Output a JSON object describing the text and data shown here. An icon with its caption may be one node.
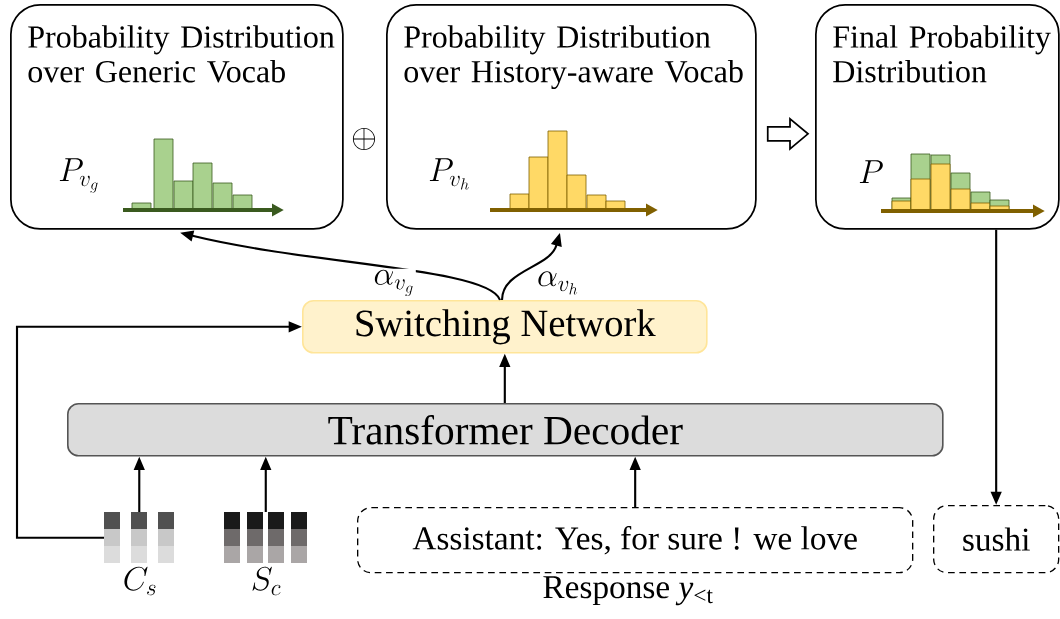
{
  "diagram": {
    "nodes": [
      {
        "text": [
          "Probability Distribution over Generic Vocab",
          "P_{v_g}"
        ]
      },
      {
        "text": [
          "Probability Distribution over History-aware Vocab",
          "P_{v_h}"
        ]
      },
      {
        "text": [
          "Final Probability Distribution",
          "P"
        ]
      },
      {
        "text": [
          "Switching Network"
        ]
      },
      {
        "text": [
          "Transformer Decoder"
        ]
      },
      {
        "text": [],
        "shape": "box",
        "beside": [
          "C_s"
        ]
      },
      {
        "text": [],
        "shape": "box",
        "beside": [
          "S_c"
        ]
      },
      {
        "text": [
          "Assistant:  Yes, for sure ! we love"
        ],
        "beside": [
          "Response *y*$_{<t}$"
        ]
      },
      {
        "text": [
          "sushi"
        ]
      }
    ],
    "edges": [
      {
        "from": 3,
        "to": 0,
        "arrow": "to",
        "label": "\\alpha_{v_g}"
      },
      {
        "from": 3,
        "to": 1,
        "arrow": "to",
        "label": "\\alpha_{v_h}"
      },
      {
        "from": 1,
        "to": 2,
        "arrow": "to",
        "style": "thick"
      },
      {
        "from": 4,
        "to": 3,
        "arrow": "to"
      },
      {
        "from": 5,
        "to": 4,
        "arrow": "to"
      },
      {
        "from": 6,
        "to": 4,
        "arrow": "to"
      },
      {
        "from": 7,
        "to": 4,
        "arrow": "to"
      },
      {
        "from": 5,
        "to": 3,
        "arrow": "to"
      },
      {
        "from": 2,
        "to": 8,
        "arrow": "to"
      }
    ],
    "labels": [
      "\\oplus"
    ]
  }
}
